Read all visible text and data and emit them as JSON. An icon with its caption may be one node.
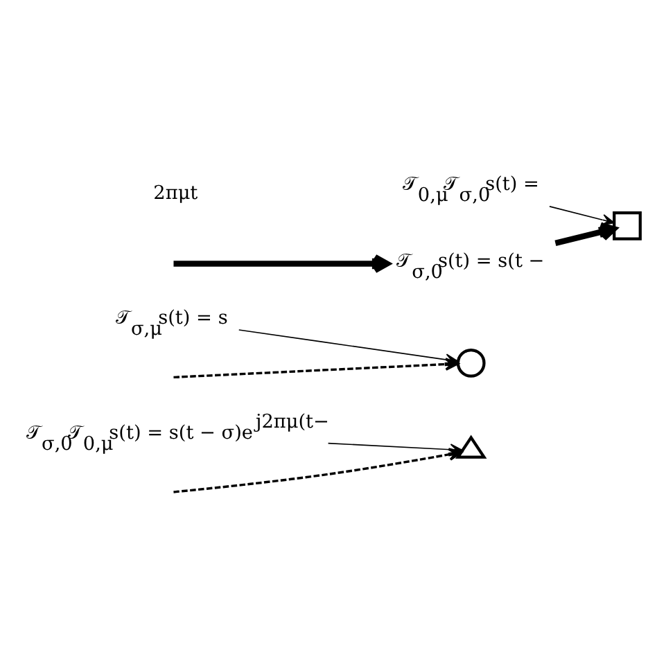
{
  "diagram": {
    "nodes": [
      {
        "text": [
          "𝒯$_{σ,0}$𝒯$_{0,μ}$s(t) = s(t − σ)e$^{j2πμ(t−}$"
        ]
      },
      {
        "text": [
          "𝒯$_{σ,μ}$s(t) = s"
        ]
      },
      {
        "text": [],
        "shape": "triangle"
      },
      {
        "text": [],
        "shape": "circle"
      },
      {
        "text": [],
        "shape": "box"
      },
      {
        "text": [
          "𝒯$_{0,μ}$𝒯$_{σ,0}$s(t) ="
        ]
      },
      {
        "text": [
          "𝒯$_{σ,0}$s(t) = s(t −"
        ]
      }
    ],
    "edges": [
      {
        "from": 0,
        "to": 2,
        "arrow": "to"
      },
      {
        "from": 1,
        "to": 3,
        "arrow": "to"
      },
      {
        "from": null,
        "to": 2,
        "arrow": "to",
        "style": "dashed"
      },
      {
        "from": null,
        "to": 3,
        "arrow": "to",
        "style": "dashed"
      },
      {
        "from": 5,
        "to": 4,
        "arrow": "to"
      },
      {
        "from": null,
        "to": 6,
        "arrow": "to",
        "style": "thick"
      },
      {
        "from": 6,
        "to": 4,
        "arrow": "to",
        "style": "thick"
      }
    ],
    "labels": [
      "$^{2πμt}$"
    ]
  }
}
